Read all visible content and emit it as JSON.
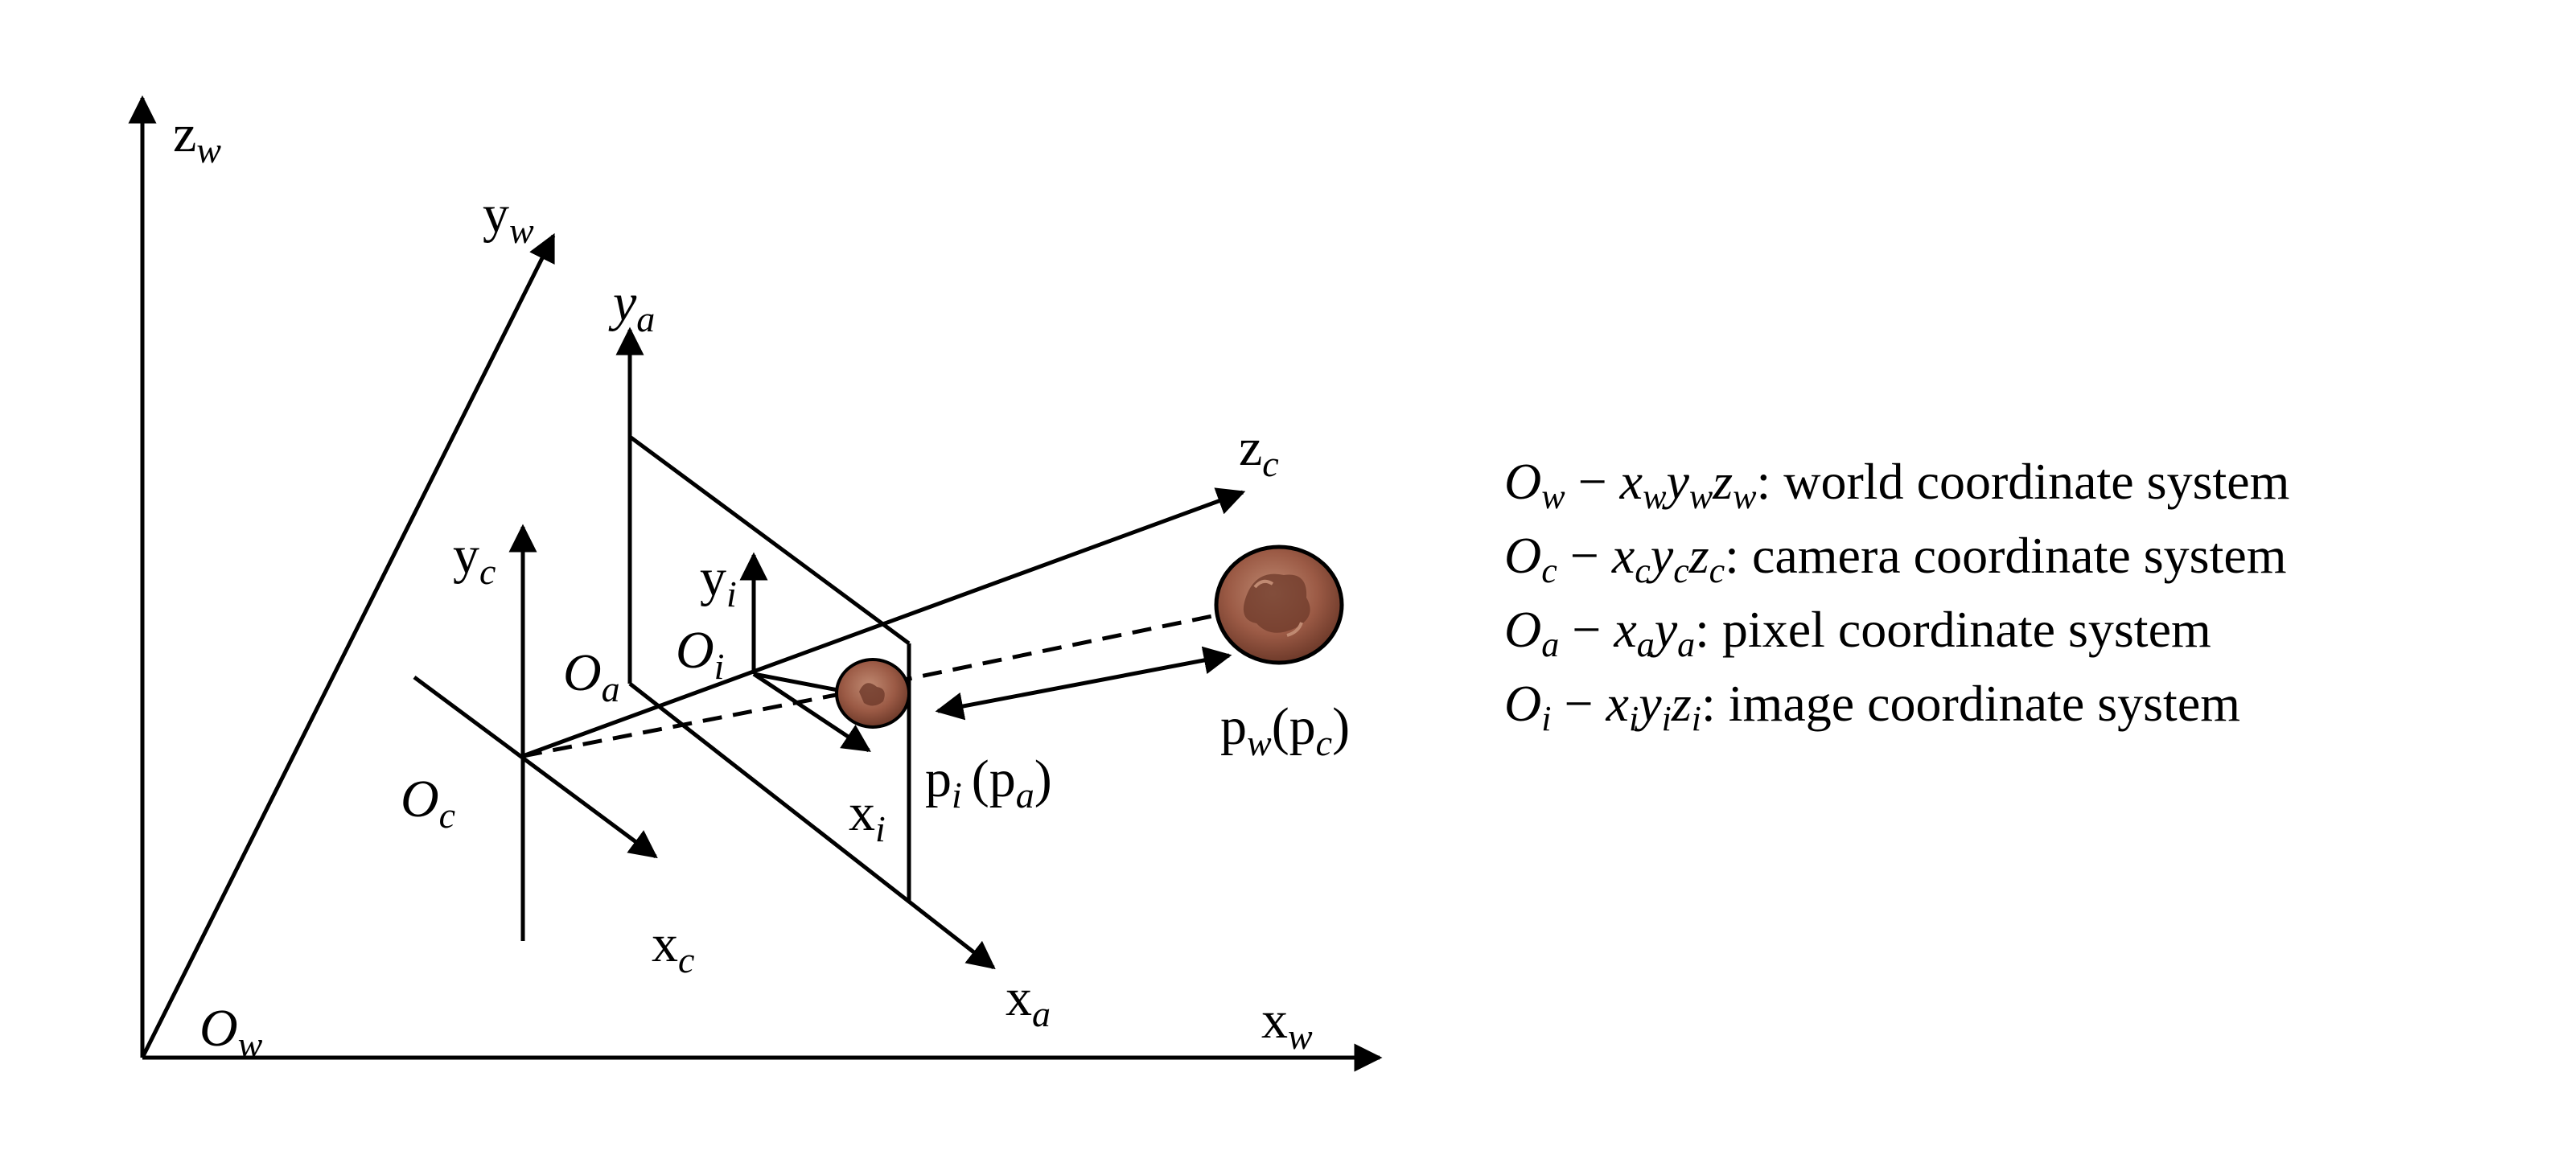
{
  "diagram": {
    "axes": {
      "world": {
        "origin": {
          "base": "O",
          "sub": "w"
        },
        "x": {
          "base": "x",
          "sub": "w"
        },
        "y": {
          "base": "y",
          "sub": "w"
        },
        "z": {
          "base": "z",
          "sub": "w"
        }
      },
      "camera": {
        "origin": {
          "base": "O",
          "sub": "c"
        },
        "x": {
          "base": "x",
          "sub": "c"
        },
        "y": {
          "base": "y",
          "sub": "c"
        },
        "z": {
          "base": "z",
          "sub": "c"
        }
      },
      "pixel": {
        "origin": {
          "base": "O",
          "sub": "a"
        },
        "x": {
          "base": "x",
          "sub": "a"
        },
        "y": {
          "base": "y",
          "sub": "a"
        }
      },
      "image": {
        "origin": {
          "base": "O",
          "sub": "i"
        },
        "x": {
          "base": "x",
          "sub": "i"
        },
        "y": {
          "base": "y",
          "sub": "i"
        }
      }
    },
    "points": {
      "image_point": {
        "p": "p",
        "sub": "i",
        "paren_p": "p",
        "paren_sub": "a",
        "open": "(",
        "close": ")"
      },
      "world_point": {
        "p": "p",
        "sub": "w",
        "paren_p": "p",
        "paren_sub": "c",
        "open": "(",
        "close": ")"
      }
    },
    "colors": {
      "line": "#000000",
      "rock_fill": "#9b5a45",
      "rock_dark": "#6e3a2a",
      "rock_light": "#c08a72"
    },
    "icons": [
      "rock-icon"
    ]
  },
  "legend": [
    {
      "origin": "O",
      "origin_sub": "w",
      "dash": " − ",
      "axes": [
        [
          "x",
          "w"
        ],
        [
          "y",
          "w"
        ],
        [
          "z",
          "w"
        ]
      ],
      "text": ": world coordinate system"
    },
    {
      "origin": "O",
      "origin_sub": "c",
      "dash": " − ",
      "axes": [
        [
          "x",
          "c"
        ],
        [
          "y",
          "c"
        ],
        [
          "z",
          "c"
        ]
      ],
      "text": ": camera coordinate system"
    },
    {
      "origin": "O",
      "origin_sub": "a",
      "dash": " − ",
      "axes": [
        [
          "x",
          "a"
        ],
        [
          "y",
          "a"
        ]
      ],
      "text": ": pixel coordinate system"
    },
    {
      "origin": "O",
      "origin_sub": "i",
      "dash": " − ",
      "axes": [
        [
          "x",
          "i"
        ],
        [
          "y",
          "i"
        ],
        [
          "z",
          "i"
        ]
      ],
      "text": ": image coordinate system"
    }
  ]
}
